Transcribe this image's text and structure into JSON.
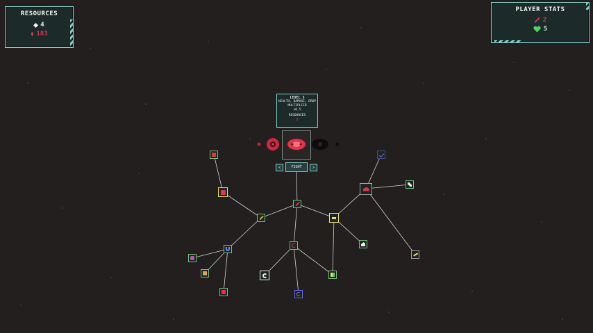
{
  "resources": {
    "title": "RESOURCES",
    "diamonds": "4",
    "gems": "183"
  },
  "player_stats": {
    "title": "PLAYER STATS",
    "attack": "2",
    "health": "5"
  },
  "tooltip": {
    "level": "LEVEL 5",
    "desc1": "HEALTH, DAMAGE, DROP",
    "desc2": "MULTIPLIER",
    "value": "x0.5",
    "res_label": "RESOURCES",
    "res_value": "0"
  },
  "controls": {
    "prev": "<",
    "fight": "FIGHT",
    "next": ">"
  },
  "colors": {
    "accent": "#7fd0c6",
    "red": "#e0344d",
    "green_node": "#6fc07a",
    "yellow_node": "#e8e25a"
  }
}
